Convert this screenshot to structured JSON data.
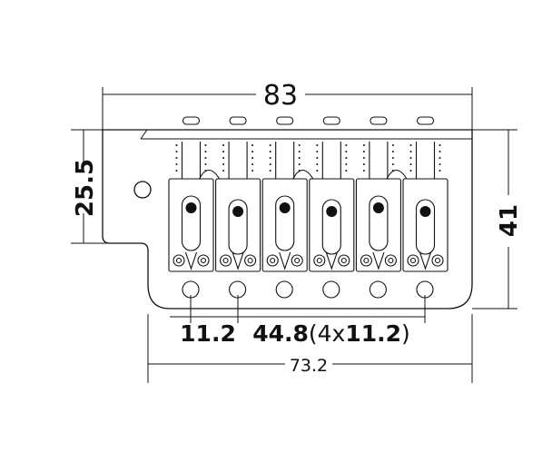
{
  "dimensions": {
    "overall_width": "83",
    "height_left": "25.5",
    "height_right": "41",
    "first_spacing": "11.2",
    "spacing_total": "44.8",
    "spacing_detail_open": "(",
    "spacing_detail_count": "4x",
    "spacing_detail_value": "11.2",
    "spacing_detail_close": ")",
    "base_width": "73.2"
  },
  "saddles": {
    "count": 6
  },
  "colors": {
    "line": "#111111",
    "background": "#ffffff"
  }
}
